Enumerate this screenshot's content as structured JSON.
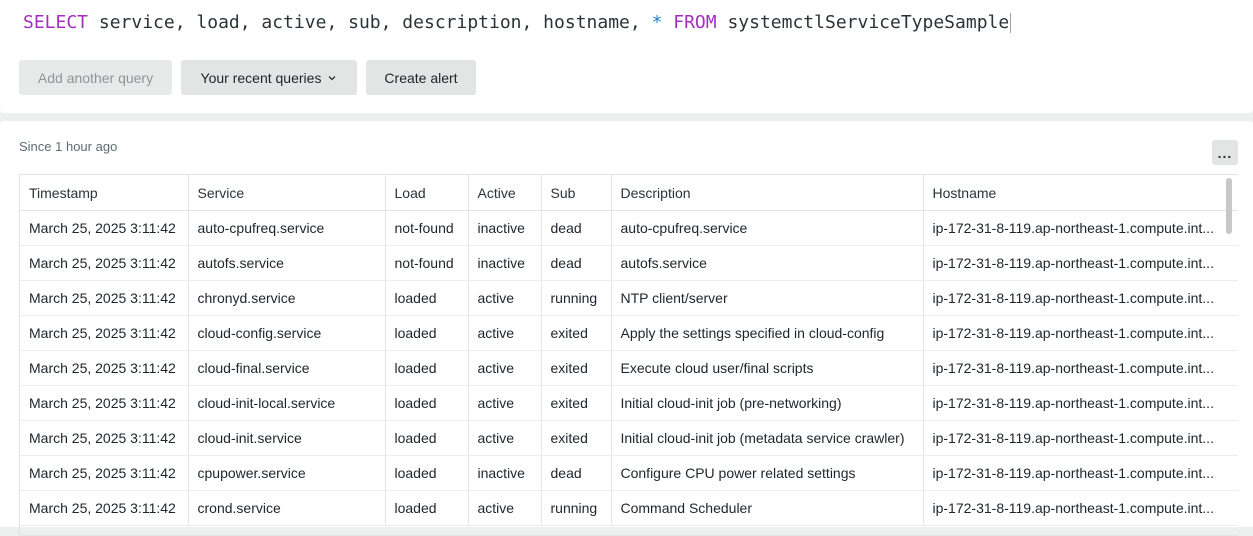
{
  "query": {
    "select_kw": "SELECT",
    "fields": " service, load, active, sub, description, hostname, ",
    "star": "*",
    "from_kw": "FROM",
    "table": " systemctlServiceTypeSample"
  },
  "toolbar": {
    "add_query": "Add another query",
    "recent_queries": "Your recent queries",
    "create_alert": "Create alert"
  },
  "results": {
    "since": "Since 1 hour ago",
    "more_label": "...",
    "columns": [
      "Timestamp",
      "Service",
      "Load",
      "Active",
      "Sub",
      "Description",
      "Hostname"
    ],
    "rows": [
      [
        "March 25, 2025 3:11:42",
        "auto-cpufreq.service",
        "not-found",
        "inactive",
        "dead",
        "auto-cpufreq.service",
        "ip-172-31-8-119.ap-northeast-1.compute.int..."
      ],
      [
        "March 25, 2025 3:11:42",
        "autofs.service",
        "not-found",
        "inactive",
        "dead",
        "autofs.service",
        "ip-172-31-8-119.ap-northeast-1.compute.int..."
      ],
      [
        "March 25, 2025 3:11:42",
        "chronyd.service",
        "loaded",
        "active",
        "running",
        "NTP client/server",
        "ip-172-31-8-119.ap-northeast-1.compute.int..."
      ],
      [
        "March 25, 2025 3:11:42",
        "cloud-config.service",
        "loaded",
        "active",
        "exited",
        "Apply the settings specified in cloud-config",
        "ip-172-31-8-119.ap-northeast-1.compute.int..."
      ],
      [
        "March 25, 2025 3:11:42",
        "cloud-final.service",
        "loaded",
        "active",
        "exited",
        "Execute cloud user/final scripts",
        "ip-172-31-8-119.ap-northeast-1.compute.int..."
      ],
      [
        "March 25, 2025 3:11:42",
        "cloud-init-local.service",
        "loaded",
        "active",
        "exited",
        "Initial cloud-init job (pre-networking)",
        "ip-172-31-8-119.ap-northeast-1.compute.int..."
      ],
      [
        "March 25, 2025 3:11:42",
        "cloud-init.service",
        "loaded",
        "active",
        "exited",
        "Initial cloud-init job (metadata service crawler)",
        "ip-172-31-8-119.ap-northeast-1.compute.int..."
      ],
      [
        "March 25, 2025 3:11:42",
        "cpupower.service",
        "loaded",
        "inactive",
        "dead",
        "Configure CPU power related settings",
        "ip-172-31-8-119.ap-northeast-1.compute.int..."
      ],
      [
        "March 25, 2025 3:11:42",
        "crond.service",
        "loaded",
        "active",
        "running",
        "Command Scheduler",
        "ip-172-31-8-119.ap-northeast-1.compute.int..."
      ]
    ]
  },
  "colors": {
    "keyword": "#a52ec1",
    "operator": "#1c7fcf",
    "button_bg": "#e3e4e4"
  },
  "icons": {
    "recent_queries": "chevron-down-icon",
    "more": "more-options-icon"
  }
}
